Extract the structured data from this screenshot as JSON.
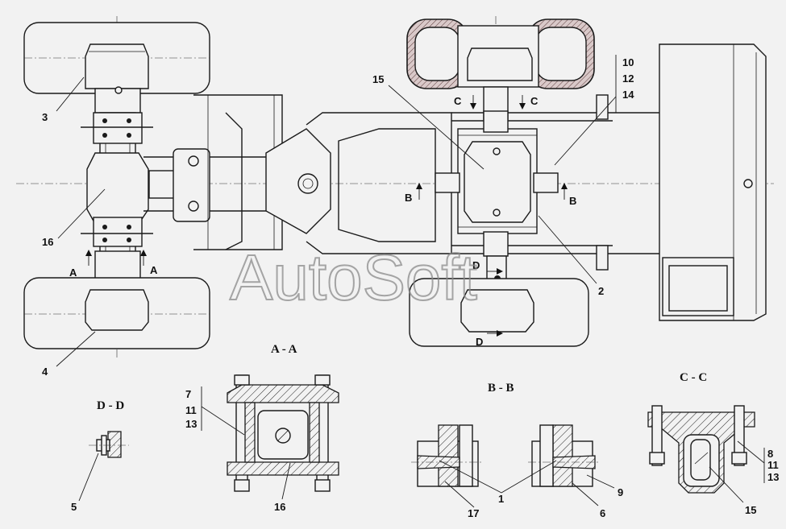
{
  "watermark": "AutoSoft",
  "sections": {
    "aa": "A - A",
    "bb": "B - B",
    "cc": "C - C",
    "dd": "D - D"
  },
  "markers": {
    "a_left": "A",
    "a_right": "A",
    "b_left": "B",
    "b_right": "B",
    "c_left": "C",
    "c_right": "C",
    "d_top": "D",
    "d_bottom": "D"
  },
  "callouts": {
    "c1": "1",
    "c2": "2",
    "c3": "3",
    "c4": "4",
    "c5": "5",
    "c6": "6",
    "c9": "9",
    "c15_top": "15",
    "c15_cc": "15",
    "c16_top": "16",
    "c16_aa": "16",
    "c17": "17",
    "stack_top": [
      "10",
      "12",
      "14"
    ],
    "stack_aa": [
      "7",
      "11",
      "13"
    ],
    "stack_cc": [
      "8",
      "11",
      "13"
    ]
  },
  "colors": {
    "line": "#1a1a1a",
    "background": "#f2f2f2",
    "tyre_fill": "#d9c9c9",
    "watermark": "#8a8a8a"
  }
}
